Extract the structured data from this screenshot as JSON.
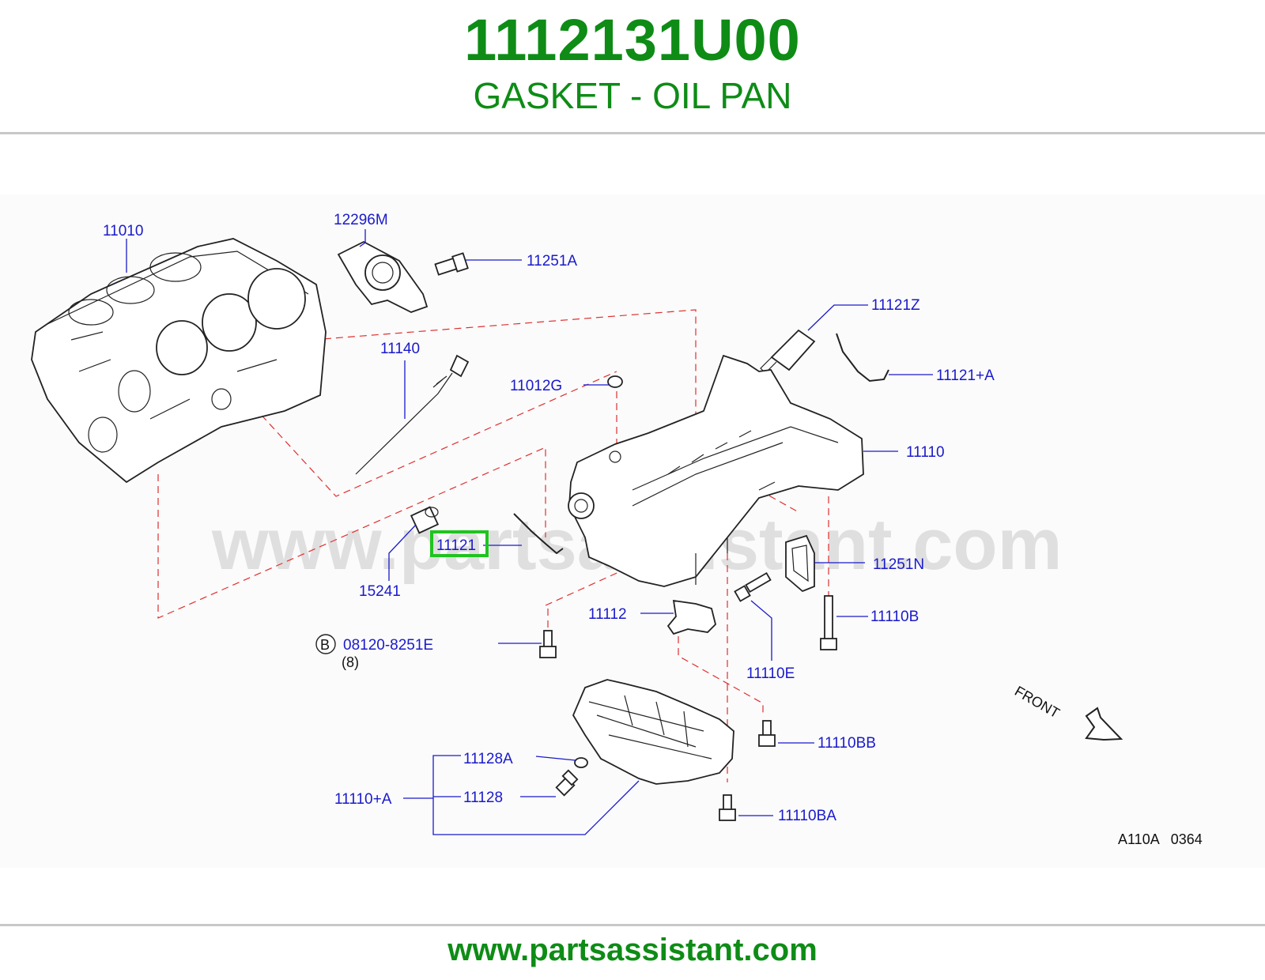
{
  "header": {
    "part_number": "1112131U00",
    "description": "GASKET - OIL PAN"
  },
  "diagram": {
    "watermark": "www.partsassistant.com",
    "highlight_color": "#1fc41f",
    "label_color": "#1a1acc",
    "callouts": {
      "c11010": "11010",
      "c12296m": "12296M",
      "c11251a": "11251A",
      "c11140": "11140",
      "c11012g": "11012G",
      "c11121z": "11121Z",
      "c11121a": "11121+A",
      "c11110": "11110",
      "c11121": "11121",
      "c15241": "15241",
      "c11251n": "11251N",
      "c11112": "11112",
      "c11110b": "11110B",
      "c08120": "08120-8251E",
      "c11110e": "11110E",
      "c11110bb": "11110BB",
      "c11128a": "11128A",
      "c11110plusa": "11110+A",
      "c11128": "11128",
      "c11110ba": "11110BA"
    },
    "bolt_marker": "B",
    "bolt_qty": "(8)",
    "front_label": "FRONT",
    "figure_code": "A110A   0364"
  },
  "footer": {
    "url": "www.partsassistant.com"
  }
}
